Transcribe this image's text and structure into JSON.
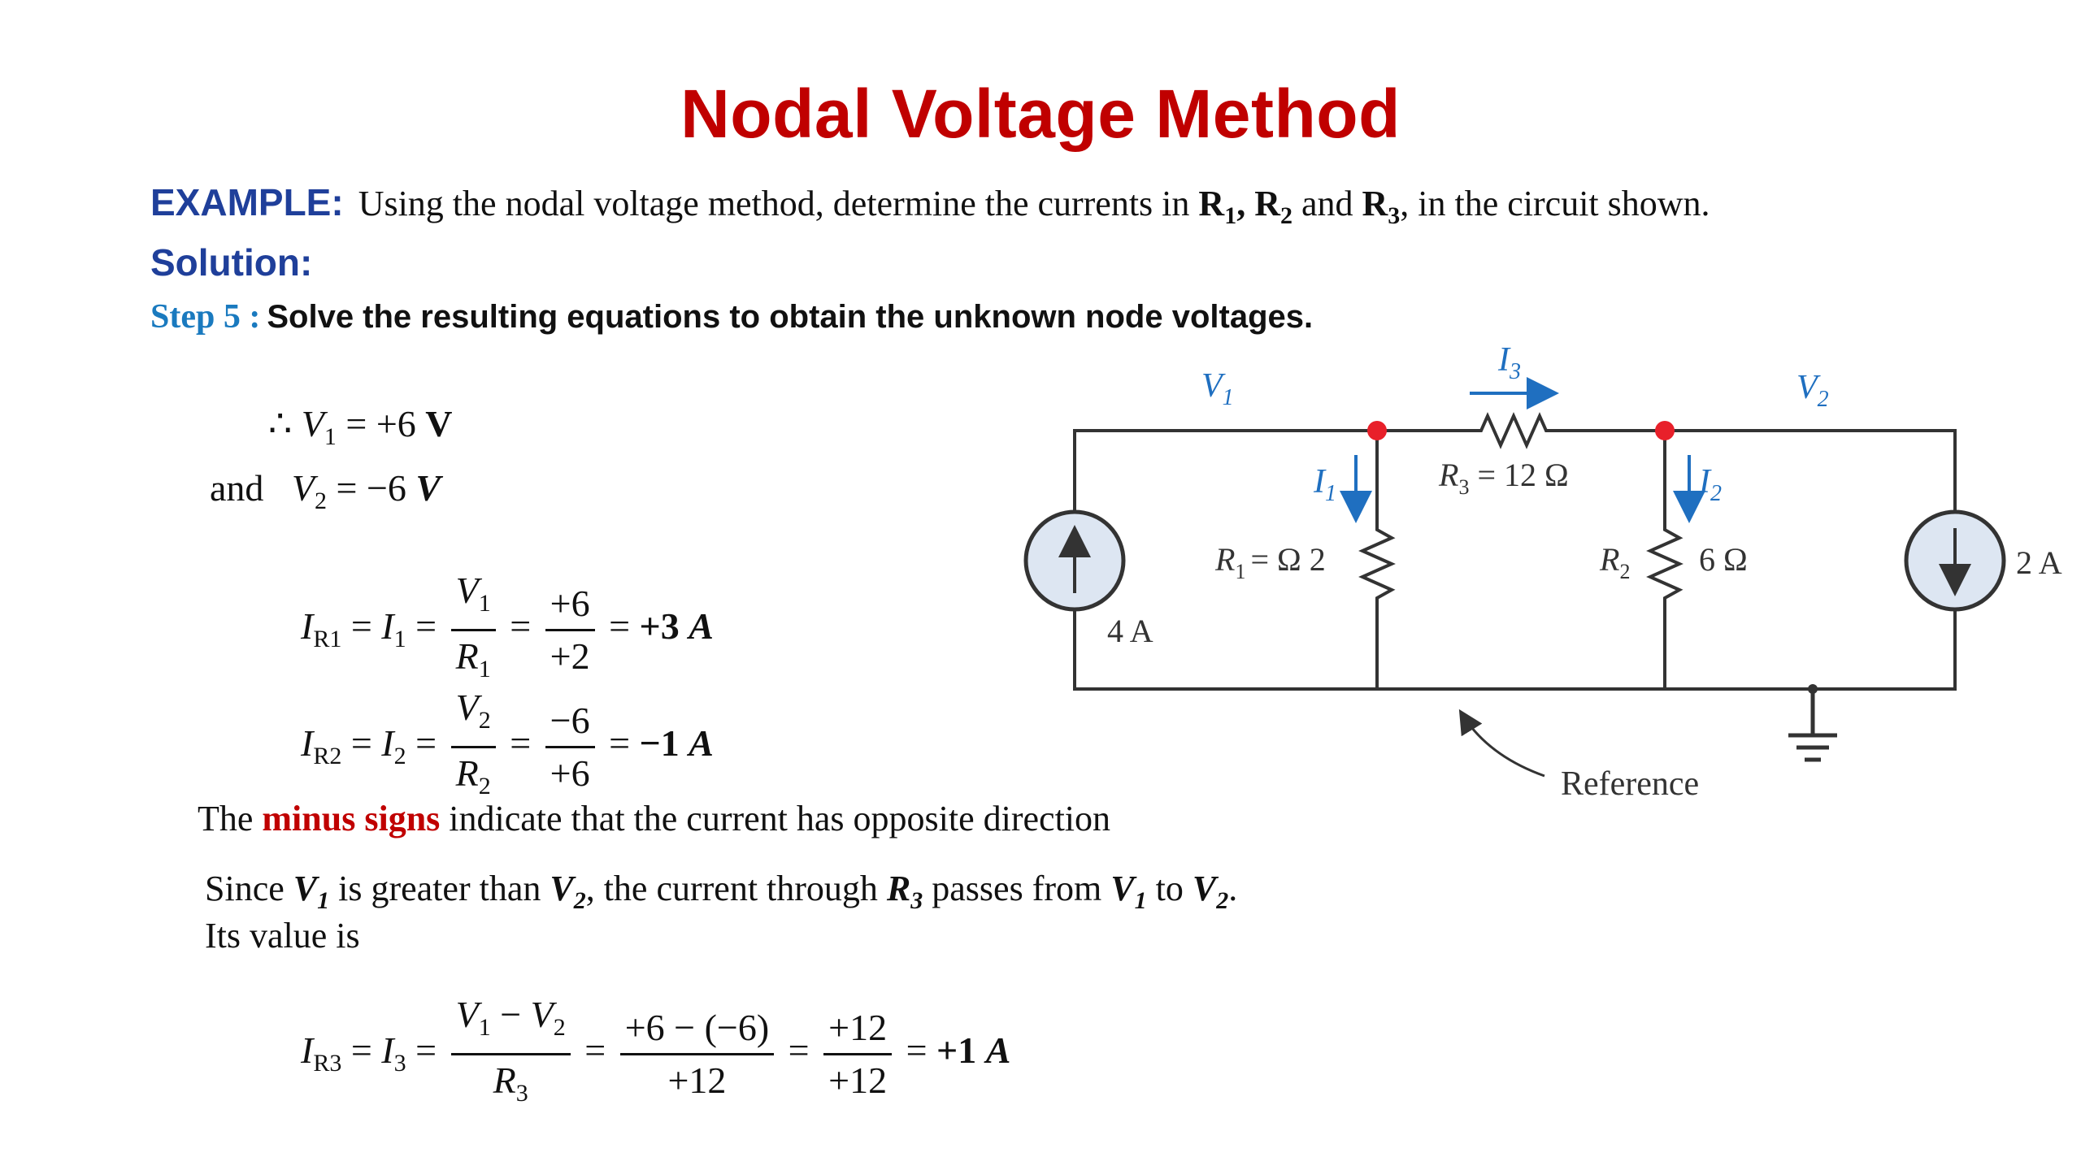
{
  "title": "Nodal Voltage Method",
  "example": {
    "label": "EXAMPLE:",
    "text_a": "Using the nodal voltage method, determine the currents in ",
    "r1": "R",
    "r1_sub": "1",
    "comma1": ", ",
    "r2": "R",
    "r2_sub": "2",
    "and": " and ",
    "r3": "R",
    "r3_sub": "3",
    "text_b": ", in the circuit shown."
  },
  "solution_label": "Solution:",
  "step": {
    "label": "Step 5 :",
    "text": "Solve the resulting equations to obtain the unknown node voltages."
  },
  "results": {
    "therefore": "∴",
    "v1_var": "V",
    "v1_sub": "1",
    "v1_eq": "= +6",
    "v1_unit": "V",
    "and_word": "and",
    "v2_var": "V",
    "v2_sub": "2",
    "v2_eq": "= −6",
    "v2_unit": "V"
  },
  "eq_r1": {
    "lhs": "I",
    "lhs_sub": "R1",
    "eq1": "=",
    "i": "I",
    "i_sub": "1",
    "eq2": "=",
    "num1": "V",
    "num1_sub": "1",
    "den1": "R",
    "den1_sub": "1",
    "eq3": "=",
    "num2": "+6",
    "den2": "+2",
    "eq4": "=",
    "result": "+3",
    "unit": "A"
  },
  "eq_r2": {
    "lhs": "I",
    "lhs_sub": "R2",
    "eq1": "=",
    "i": "I",
    "i_sub": "2",
    "eq2": "=",
    "num1": "V",
    "num1_sub": "2",
    "den1": "R",
    "den1_sub": "2",
    "eq3": "=",
    "num2": "−6",
    "den2": "+6",
    "eq4": "=",
    "result": "−1",
    "unit": "A"
  },
  "minus_note": {
    "pre": "The ",
    "highlight": "minus signs",
    "post": " indicate that the current has opposite direction"
  },
  "since": {
    "a": "Since ",
    "v1": "V",
    "v1_sub": "1",
    "b": " is greater than ",
    "v2": "V",
    "v2_sub": "2",
    "c": ", the current through ",
    "r3": "R",
    "r3_sub": "3",
    "d": " passes from ",
    "v1b": "V",
    "v1b_sub": "1",
    "e": " to ",
    "v2b": "V",
    "v2b_sub": "2",
    "f": ".",
    "line2": "Its value is"
  },
  "eq_r3": {
    "lhs": "I",
    "lhs_sub": "R3",
    "eq1": "=",
    "i": "I",
    "i_sub": "3",
    "eq2": "=",
    "num1a": "V",
    "num1a_sub": "1",
    "num1_minus": " − ",
    "num1b": "V",
    "num1b_sub": "2",
    "den1": "R",
    "den1_sub": "3",
    "eq3": "=",
    "num2": "+6 − (−6)",
    "den2": "+12",
    "eq4": "=",
    "num3": "+12",
    "den3": "+12",
    "eq5": "=",
    "result": "+1",
    "unit": "A"
  },
  "circuit": {
    "v1": "V",
    "v1_sub": "1",
    "v2": "V",
    "v2_sub": "2",
    "i3": "I",
    "i3_sub": "3",
    "i1": "I",
    "i1_sub": "1",
    "i2": "I",
    "i2_sub": "2",
    "r3_label": "R",
    "r3_sub": "3",
    "r3_value": "=  12 Ω",
    "r1_label": "R",
    "r1_sub": "1",
    "r1_value": "= Ω 2",
    "r2_label": "R",
    "r2_sub": "2",
    "r2_value": "6 Ω",
    "source_left": "4 A",
    "source_right": "2 A",
    "reference": "Reference",
    "colors": {
      "wire": "#333333",
      "node": "#e8202a",
      "arrow": "#1f6fc0",
      "source_fill": "#dde6f2"
    }
  }
}
